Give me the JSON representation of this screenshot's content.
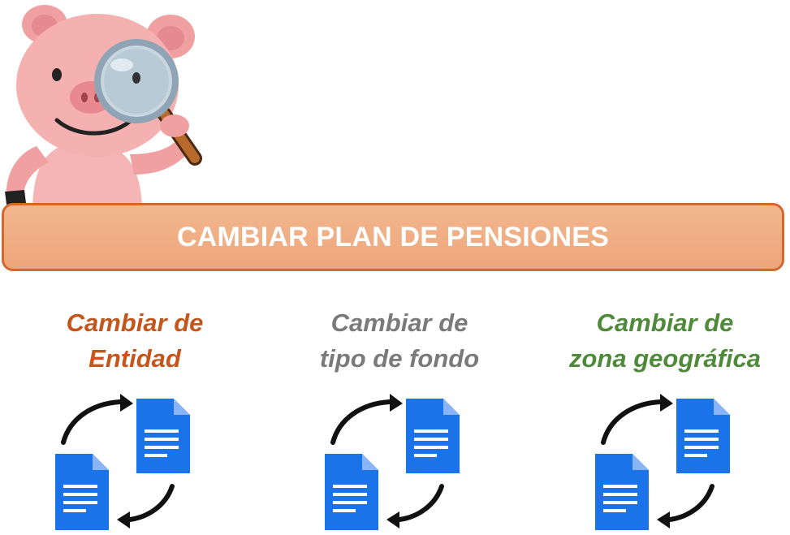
{
  "banner": {
    "title": "CAMBIAR PLAN DE PENSIONES"
  },
  "options": [
    {
      "line1": "Cambiar de",
      "line2": "Entidad",
      "color": "#c5561b"
    },
    {
      "line1": "Cambiar de",
      "line2": "tipo de fondo",
      "color": "#7a7a7a"
    },
    {
      "line1": "Cambiar de",
      "line2": "zona geográfica",
      "color": "#4e8a3a"
    }
  ],
  "icons": {
    "mascot": "pig-with-magnifying-glass-icon",
    "swap": "document-swap-icon",
    "document_color": "#1a73e8",
    "arrow_color": "#111111"
  }
}
